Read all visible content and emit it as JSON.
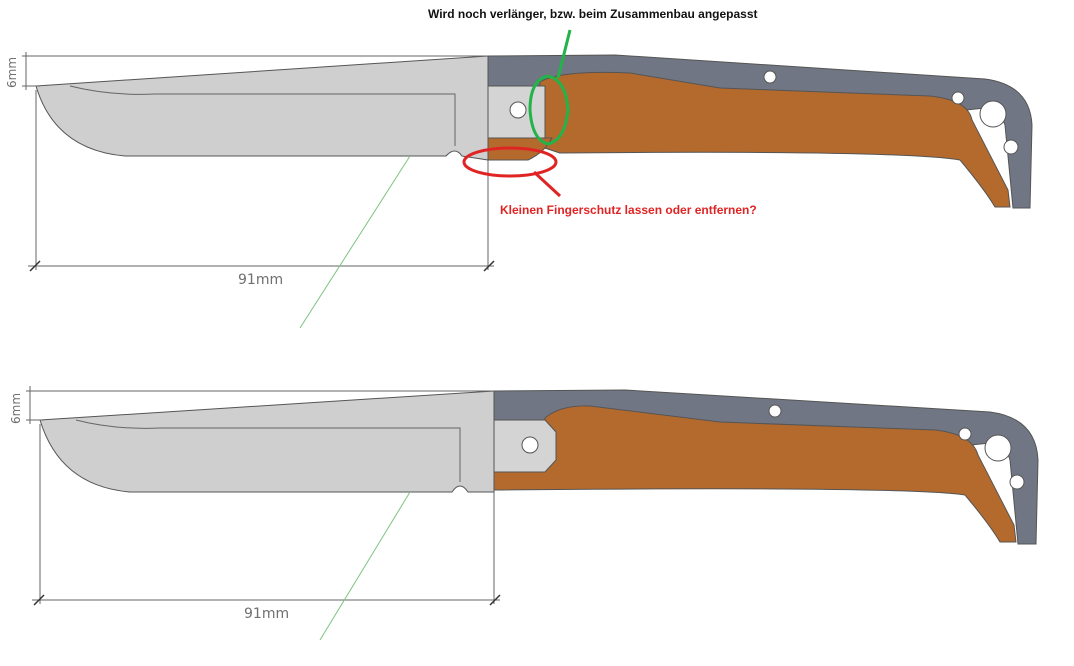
{
  "annotations": {
    "top_note": "Wird noch verlänger, bzw. beim Zusammenbau angepasst",
    "red_note": "Kleinen Fingerschutz lassen oder entfernen?"
  },
  "drawings": [
    {
      "id": "top",
      "length_label": "91mm",
      "height_label": "6mm"
    },
    {
      "id": "bottom",
      "length_label": "91mm",
      "height_label": "6mm"
    }
  ],
  "colors": {
    "blade": "#cfcfcf",
    "bolster": "#d4d4d4",
    "liner": "#707683",
    "scale": "#b56a2d",
    "outline": "#555555",
    "dimension": "#666666",
    "green_mark": "#22b34a",
    "red_mark": "#e02424"
  }
}
